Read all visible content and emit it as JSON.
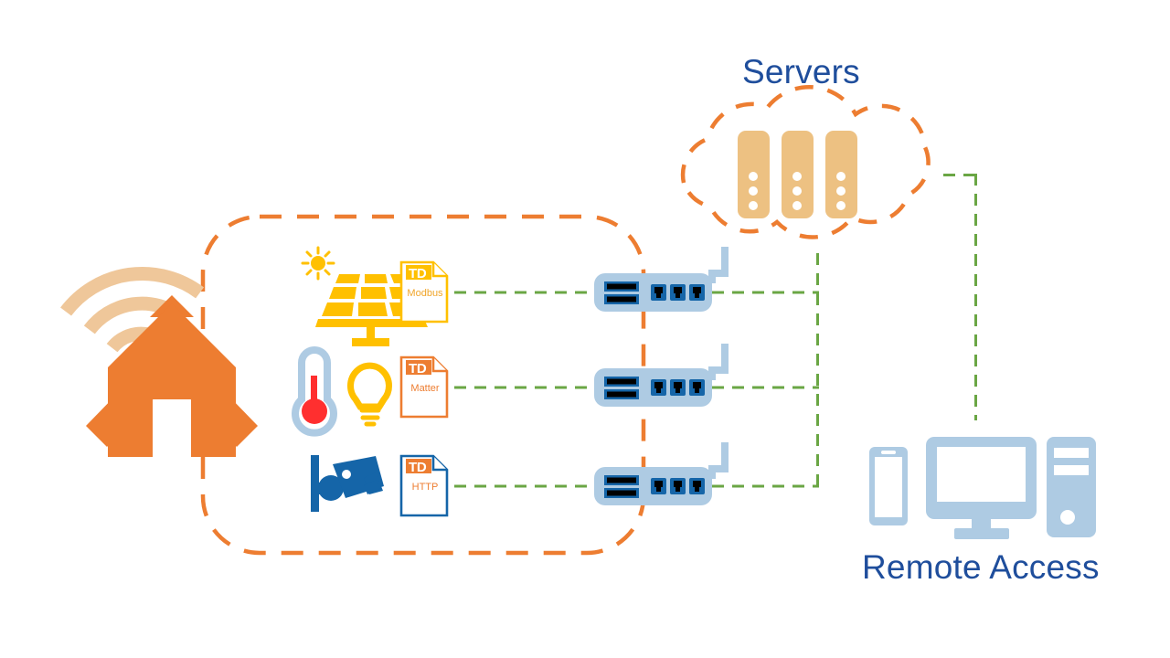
{
  "diagram": {
    "title_servers": "Servers",
    "title_remote": "Remote Access",
    "colors": {
      "orange": "#ED7D31",
      "orange_light": "#EFC79A",
      "yellow": "#FFC000",
      "blue_dark": "#1F4E9C",
      "blue_mid": "#1565A8",
      "blue_light": "#AECBE3",
      "green": "#6AA644",
      "server_tan": "#EDC182",
      "red": "#FF2F2F",
      "black": "#000000",
      "white": "#FFFFFF"
    }
  },
  "home_zone": {
    "name": "home-network-boundary",
    "wifi_icon": "wifi-waves-icon",
    "house_icon": "house-icon"
  },
  "cloud": {
    "name": "servers-cloud",
    "label": "Servers",
    "server_count": 3,
    "dots_per_server": 3
  },
  "rows": [
    {
      "device_icons": [
        "solar-panel-icon"
      ],
      "td_badge": "TD",
      "protocol": "Modbus",
      "doc_color": "#FFC000",
      "text_color": "#F0A52A",
      "badge_color": "#FFC000",
      "gateway": "gateway-router-1"
    },
    {
      "device_icons": [
        "thermometer-icon",
        "light-bulb-icon"
      ],
      "td_badge": "TD",
      "protocol": "Matter",
      "doc_color": "#ED7D31",
      "text_color": "#ED7D31",
      "badge_color": "#ED7D31",
      "gateway": "gateway-router-2"
    },
    {
      "device_icons": [
        "security-camera-icon"
      ],
      "td_badge": "TD",
      "protocol": "HTTP",
      "doc_color": "#1565A8",
      "text_color": "#ED7D31",
      "badge_color": "#ED7D31",
      "gateway": "gateway-router-3"
    }
  ],
  "remote_access": {
    "name": "remote-access-group",
    "label": "Remote Access",
    "devices": [
      "smartphone-icon",
      "desktop-monitor-icon",
      "pc-tower-icon"
    ]
  },
  "links": {
    "device_to_gateway": "green-dashed-link",
    "gateway_to_cloud": "green-dashed-link",
    "cloud_to_remote": "green-dashed-link"
  }
}
